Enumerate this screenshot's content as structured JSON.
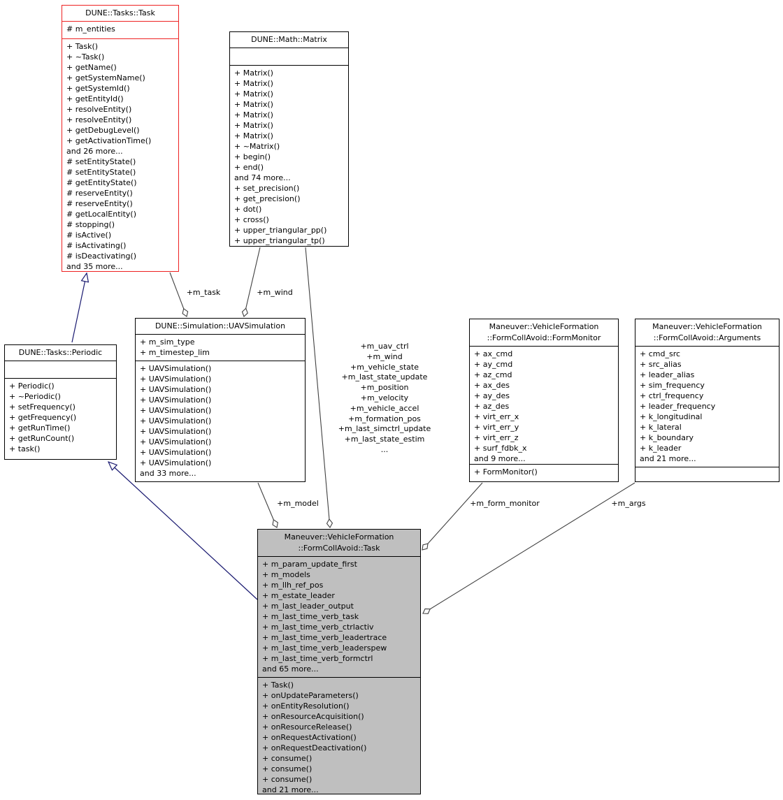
{
  "colors": {
    "truncated_border": "#ee2222",
    "inheritance_edge": "#191970",
    "aggregation_edge": "#404040",
    "highlight_fill": "#bfbfbf",
    "box_border": "#000000",
    "background": "#ffffff"
  },
  "diagram": {
    "classes": [
      {
        "name": "DUNE::Tasks::Task",
        "title_lines": [
          "DUNE::Tasks::Task"
        ],
        "attributes": [
          "# m_entities"
        ],
        "methods": [
          "+ Task()",
          "+ ~Task()",
          "+ getName()",
          "+ getSystemName()",
          "+ getSystemId()",
          "+ getEntityId()",
          "+ resolveEntity()",
          "+ resolveEntity()",
          "+ getDebugLevel()",
          "+ getActivationTime()",
          "and 26 more...",
          "# setEntityState()",
          "# setEntityState()",
          "# getEntityState()",
          "# reserveEntity()",
          "# reserveEntity()",
          "# getLocalEntity()",
          "# stopping()",
          "# isActive()",
          "# isActivating()",
          "# isDeactivating()",
          "and 35 more..."
        ]
      },
      {
        "name": "DUNE::Math::Matrix",
        "title_lines": [
          "DUNE::Math::Matrix"
        ],
        "attributes": [],
        "methods": [
          "+ Matrix()",
          "+ Matrix()",
          "+ Matrix()",
          "+ Matrix()",
          "+ Matrix()",
          "+ Matrix()",
          "+ Matrix()",
          "+ ~Matrix()",
          "+ begin()",
          "+ end()",
          "and 74 more...",
          "+ set_precision()",
          "+ get_precision()",
          "+ dot()",
          "+ cross()",
          "+ upper_triangular_pp()",
          "+ upper_triangular_tp()"
        ]
      },
      {
        "name": "DUNE::Tasks::Periodic",
        "title_lines": [
          "DUNE::Tasks::Periodic"
        ],
        "attributes": [],
        "methods": [
          "+ Periodic()",
          "+ ~Periodic()",
          "+ setFrequency()",
          "+ getFrequency()",
          "+ getRunTime()",
          "+ getRunCount()",
          "+ task()"
        ]
      },
      {
        "name": "DUNE::Simulation::UAVSimulation",
        "title_lines": [
          "DUNE::Simulation::UAVSimulation"
        ],
        "attributes": [
          "+ m_sim_type",
          "+ m_timestep_lim"
        ],
        "methods": [
          "+ UAVSimulation()",
          "+ UAVSimulation()",
          "+ UAVSimulation()",
          "+ UAVSimulation()",
          "+ UAVSimulation()",
          "+ UAVSimulation()",
          "+ UAVSimulation()",
          "+ UAVSimulation()",
          "+ UAVSimulation()",
          "+ UAVSimulation()",
          "and 33 more..."
        ]
      },
      {
        "name": "Maneuver::VehicleFormation::FormCollAvoid::FormMonitor",
        "title_lines": [
          "Maneuver::VehicleFormation",
          "::FormCollAvoid::FormMonitor"
        ],
        "attributes": [
          "+ ax_cmd",
          "+ ay_cmd",
          "+ az_cmd",
          "+ ax_des",
          "+ ay_des",
          "+ az_des",
          "+ virt_err_x",
          "+ virt_err_y",
          "+ virt_err_z",
          "+ surf_fdbk_x",
          "and 9 more..."
        ],
        "methods": [
          "+ FormMonitor()"
        ]
      },
      {
        "name": "Maneuver::VehicleFormation::FormCollAvoid::Arguments",
        "title_lines": [
          "Maneuver::VehicleFormation",
          "::FormCollAvoid::Arguments"
        ],
        "attributes": [
          "+ cmd_src",
          "+ src_alias",
          "+ leader_alias",
          "+ sim_frequency",
          "+ ctrl_frequency",
          "+ leader_frequency",
          "+ k_longitudinal",
          "+ k_lateral",
          "+ k_boundary",
          "+ k_leader",
          "and 21 more..."
        ],
        "methods": []
      },
      {
        "name": "Maneuver::VehicleFormation::FormCollAvoid::Task",
        "title_lines": [
          "Maneuver::VehicleFormation",
          "::FormCollAvoid::Task"
        ],
        "attributes": [
          "+ m_param_update_first",
          "+ m_models",
          "+ m_llh_ref_pos",
          "+ m_estate_leader",
          "+ m_last_leader_output",
          "+ m_last_time_verb_task",
          "+ m_last_time_verb_ctrlactiv",
          "+ m_last_time_verb_leadertrace",
          "+ m_last_time_verb_leaderspew",
          "+ m_last_time_verb_formctrl",
          "and 65 more..."
        ],
        "methods": [
          "+ Task()",
          "+ onUpdateParameters()",
          "+ onEntityResolution()",
          "+ onResourceAcquisition()",
          "+ onResourceRelease()",
          "+ onRequestActivation()",
          "+ onRequestDeactivation()",
          "+ consume()",
          "+ consume()",
          "+ consume()",
          "and 21 more..."
        ]
      }
    ],
    "edge_labels": {
      "m_task": "+m_task",
      "m_wind": "+m_wind",
      "m_model": "+m_model",
      "m_form_monitor": "+m_form_monitor",
      "m_args": "+m_args",
      "matrix_members": [
        "+m_uav_ctrl",
        "+m_wind",
        "+m_vehicle_state",
        "+m_last_state_update",
        "+m_position",
        "+m_velocity",
        "+m_vehicle_accel",
        "+m_formation_pos",
        "+m_last_simctrl_update",
        "+m_last_state_estim",
        "..."
      ]
    }
  }
}
